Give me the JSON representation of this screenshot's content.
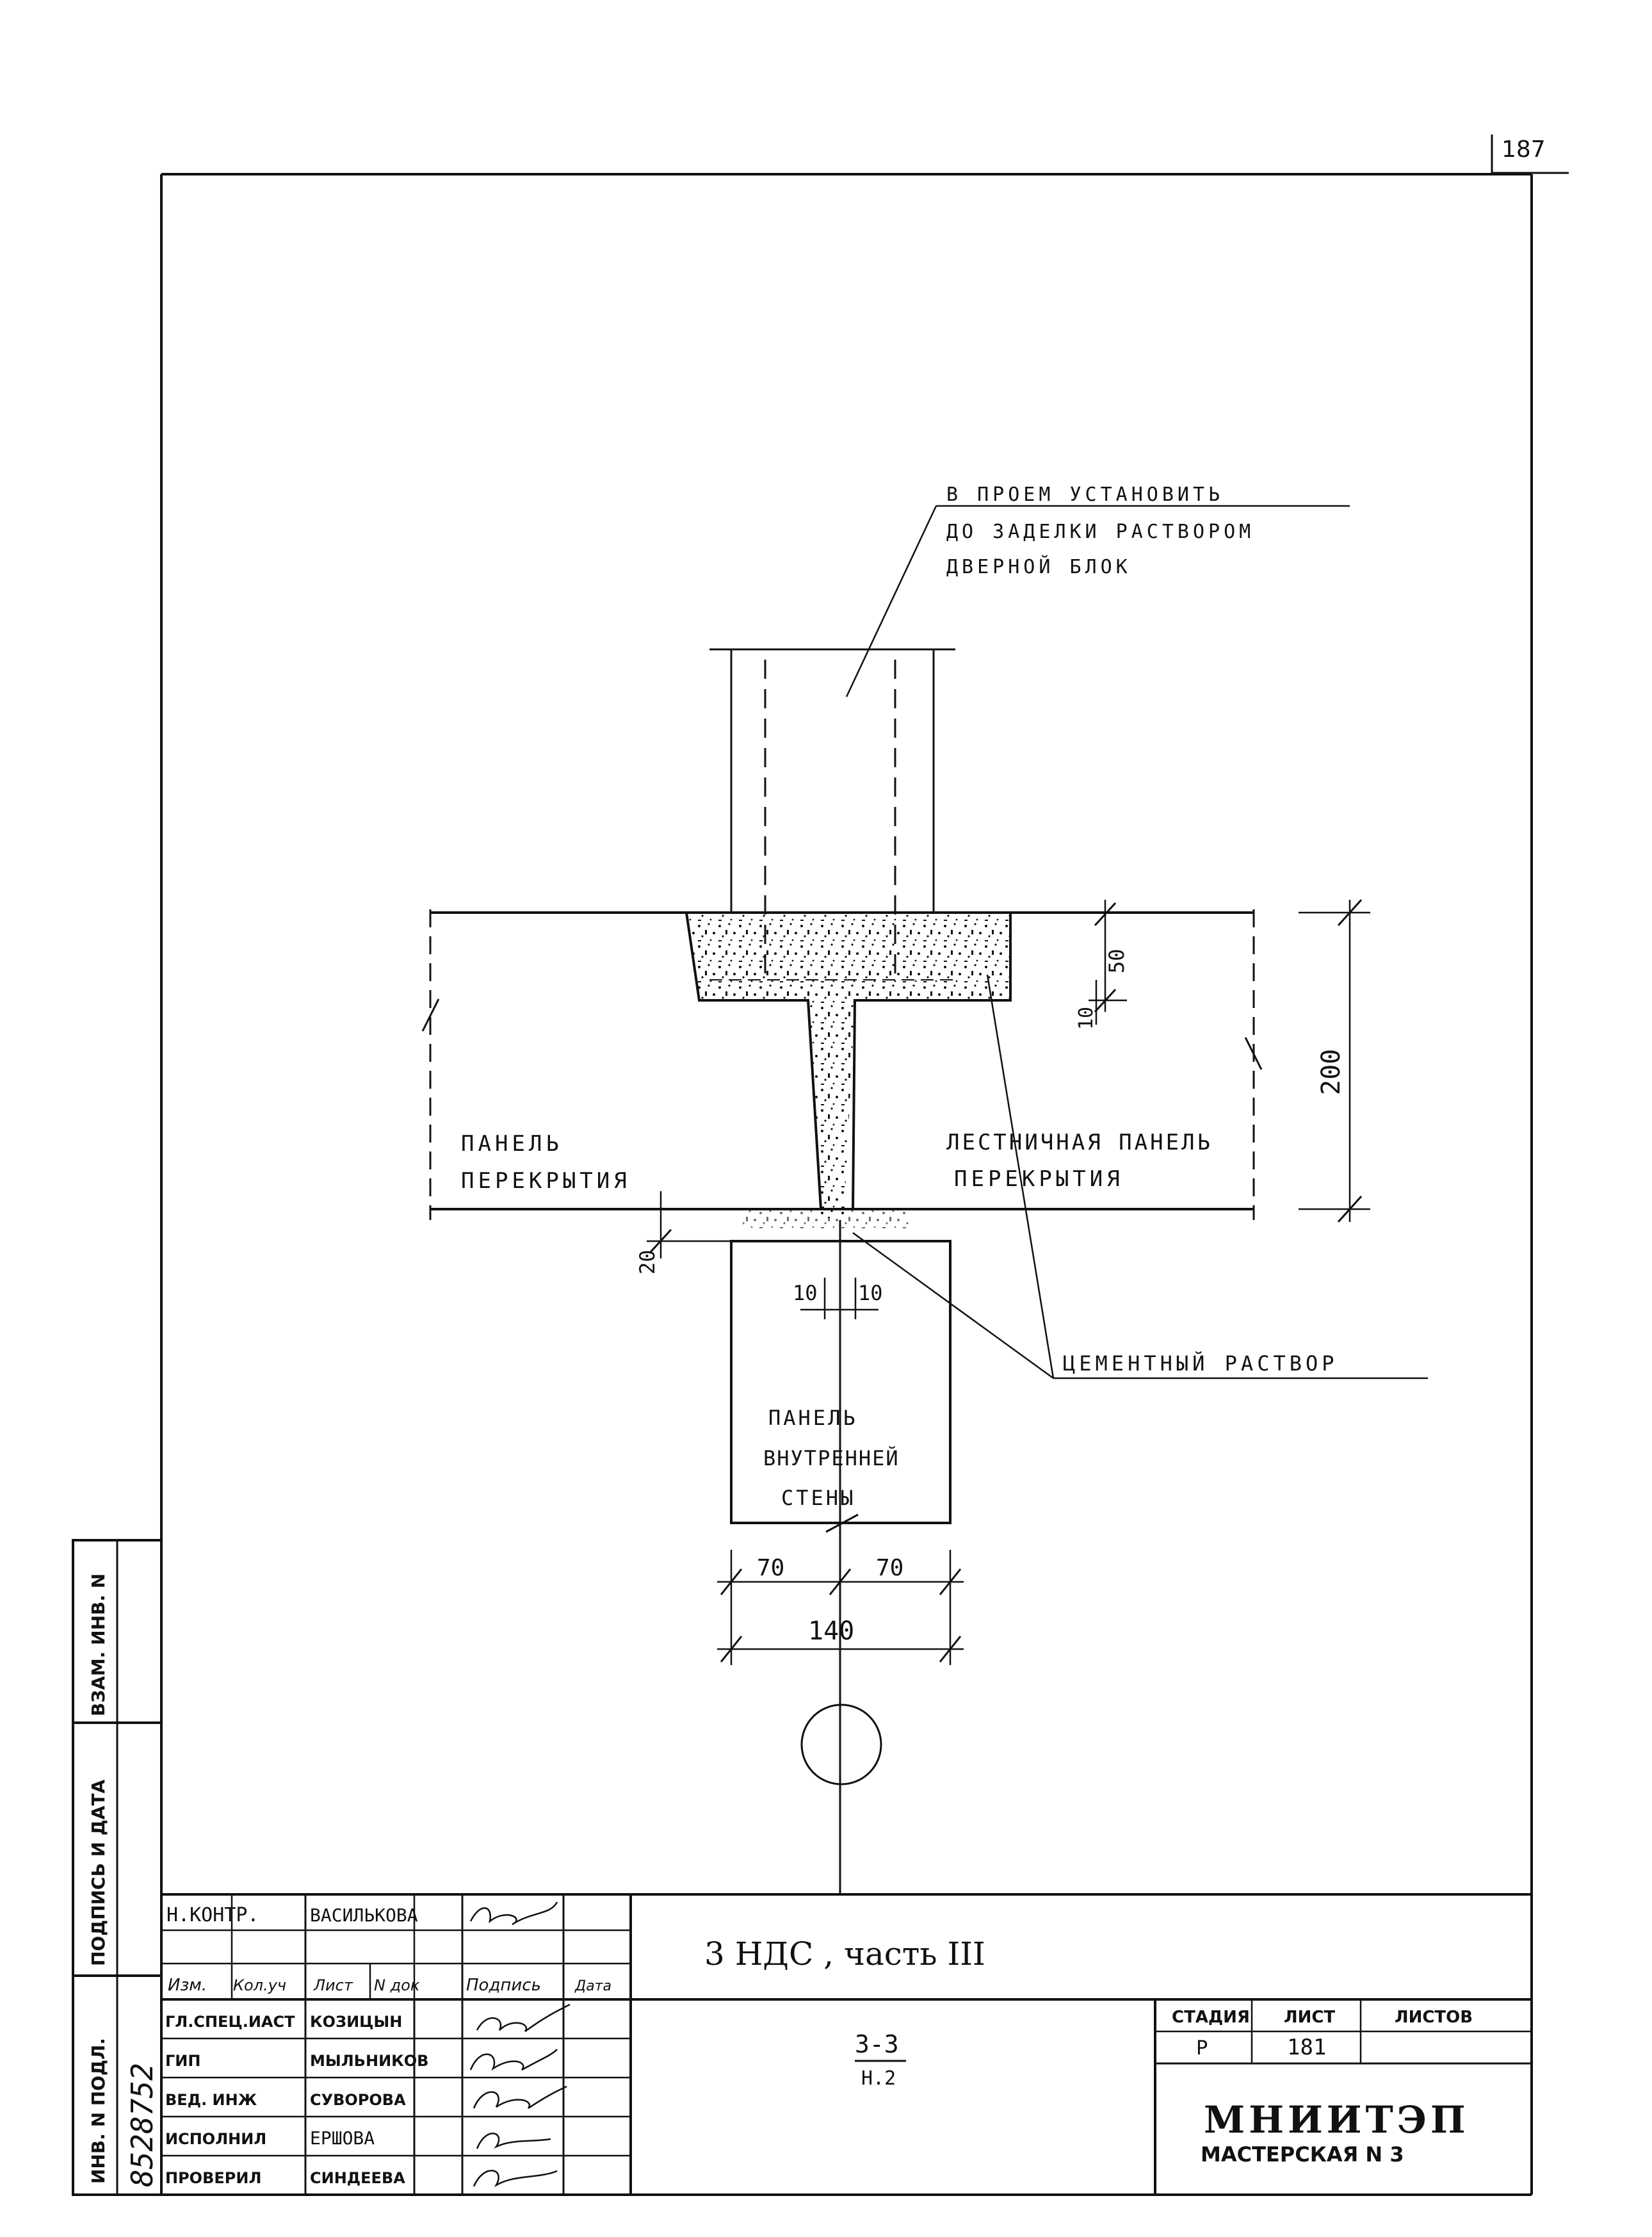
{
  "page_number": "187",
  "diagram": {
    "note_top": {
      "line1": "В ПРОЕМ УСТАНОВИТЬ",
      "line2": "ДО ЗАДЕЛКИ РАСТВОРОМ",
      "line3": "ДВЕРНОЙ БЛОК"
    },
    "left_panel_label": {
      "line1": "ПАНЕЛЬ",
      "line2": "ПЕРЕКРЫТИЯ"
    },
    "right_panel_label": {
      "line1": "ЛЕСТНИЧНАЯ ПАНЕЛЬ",
      "line2": "ПЕРЕКРЫТИЯ"
    },
    "cement_label": "ЦЕМЕНТНЫЙ РАСТВОР",
    "wall_label": {
      "line1": "ПАНЕЛЬ",
      "line2": "ВНУТРЕННЕЙ",
      "line3": "СТЕНЫ"
    },
    "dimensions": {
      "d200": "200",
      "d50": "50",
      "d10_right": "10",
      "d20": "20",
      "d10_a": "10",
      "d10_b": "10",
      "d70_a": "70",
      "d70_b": "70",
      "d140": "140"
    }
  },
  "side_stamp": {
    "vzam_inv": "ВЗАМ. ИНВ. N",
    "podpis_data": "ПОДПИСЬ И ДАТА",
    "inv_podl": "ИНВ. N ПОДЛ.",
    "inv_number": "8528752"
  },
  "title_block": {
    "nkontr_label": "Н.КОНТР.",
    "nkontr_name": "ВАСИЛЬКОВА",
    "header": {
      "izm": "Изм.",
      "koluch": "Кол.уч",
      "list": "Лист",
      "ndok": "N док",
      "podpis": "Подпись",
      "data": "Дата"
    },
    "roles": [
      {
        "role": "ГЛ.СПЕЦ.ИАСТ",
        "name": "КОЗИЦЫН"
      },
      {
        "role": "ГИП",
        "name": "МЫЛЬНИКОВ"
      },
      {
        "role": "ВЕД. ИНЖ",
        "name": "СУВОРОВА"
      },
      {
        "role": "ИСПОЛНИЛ",
        "name": "ЕРШОВА"
      },
      {
        "role": "ПРОВЕРИЛ",
        "name": "СИНДЕЕВА"
      }
    ],
    "project_title": "3 НДС , часть III",
    "section_line1": "3-3",
    "section_line2": "Н.2",
    "stadia_label": "СТАДИЯ",
    "list_label": "ЛИСТ",
    "listov_label": "ЛИСТОВ",
    "stadia_value": "Р",
    "list_value": "181",
    "org_name": "МНИИТЭП",
    "org_sub": "МАСТЕРСКАЯ N 3"
  }
}
